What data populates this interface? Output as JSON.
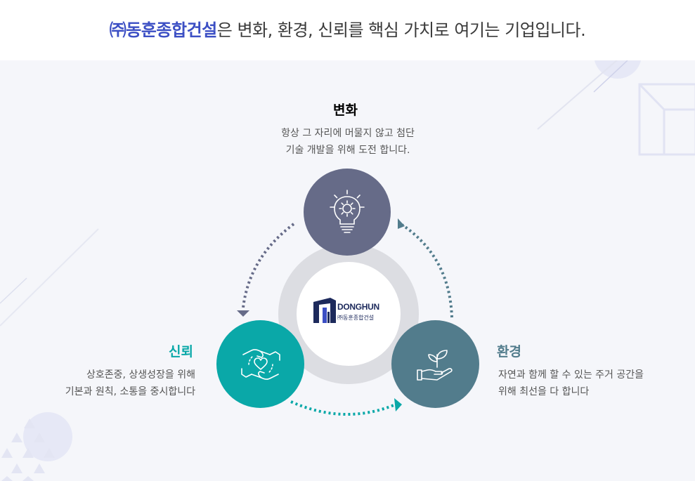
{
  "headline": {
    "brand": "㈜동훈종합건설",
    "rest": "은 변화, 환경, 신뢰를 핵심 가치로 여기는 기업입니다."
  },
  "values": {
    "change": {
      "title": "변화",
      "desc_line1": "항상 그 자리에 머물지 않고 첨단",
      "desc_line2": "기술 개발을 위해 도전 합니다.",
      "icon": "lightbulb-gear-icon",
      "color": "#666b88"
    },
    "trust": {
      "title": "신뢰",
      "desc_line1": "상호존중, 상생성장을 위해",
      "desc_line2": "기본과 원칙, 소통을 중시합니다",
      "icon": "hands-heart-icon",
      "color": "#0aa8a8"
    },
    "environment": {
      "title": "환경",
      "desc_line1": "자연과 함께 할 수 있는 주거 공간을",
      "desc_line2": "위해  최선을 다 합니다",
      "icon": "hand-sprout-icon",
      "color": "#527c8c"
    }
  },
  "logo": {
    "english": "DONGHUN",
    "korean": "㈜동훈종합건설"
  }
}
